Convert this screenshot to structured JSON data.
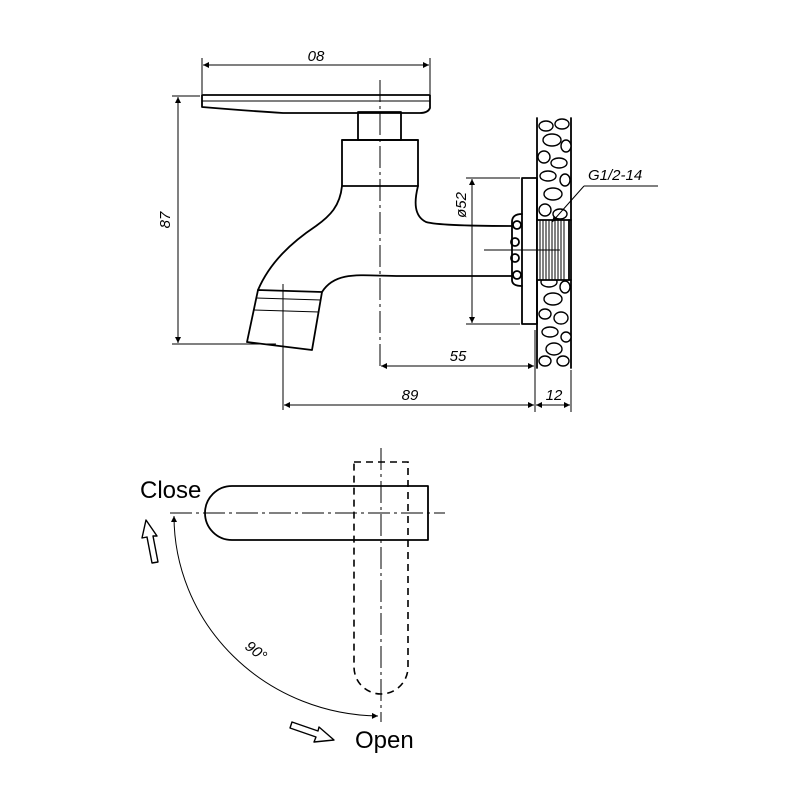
{
  "dimensions": {
    "handle_length": "08",
    "height": "87",
    "flange_diameter": "ø52",
    "thread": "G1/2-14",
    "axis_to_wall": "55",
    "spout_to_wall": "89",
    "wall_thickness": "12"
  },
  "rotation": {
    "close_label": "Close",
    "open_label": "Open",
    "angle": "90°"
  }
}
